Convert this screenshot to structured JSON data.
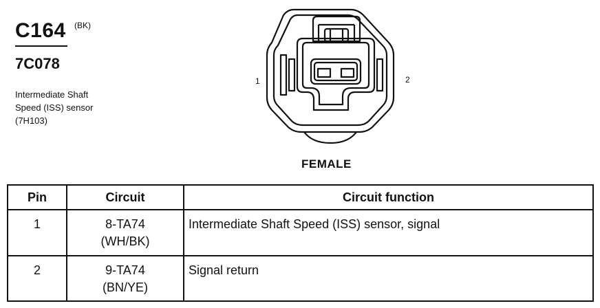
{
  "connector": {
    "code": "C164",
    "color": "(BK)",
    "part_number": "7C078",
    "description": [
      "Intermediate Shaft",
      "Speed (ISS) sensor",
      "(7H103)"
    ]
  },
  "diagram": {
    "pin_left": "1",
    "pin_right": "2",
    "gender": "FEMALE"
  },
  "table": {
    "headers": {
      "pin": "Pin",
      "circuit": "Circuit",
      "function": "Circuit function"
    },
    "rows": [
      {
        "pin": "1",
        "circuit": "8-TA74",
        "wire_color": "(WH/BK)",
        "function": "Intermediate Shaft Speed (ISS) sensor, signal"
      },
      {
        "pin": "2",
        "circuit": "9-TA74",
        "wire_color": "(BN/YE)",
        "function": "Signal return"
      }
    ]
  }
}
